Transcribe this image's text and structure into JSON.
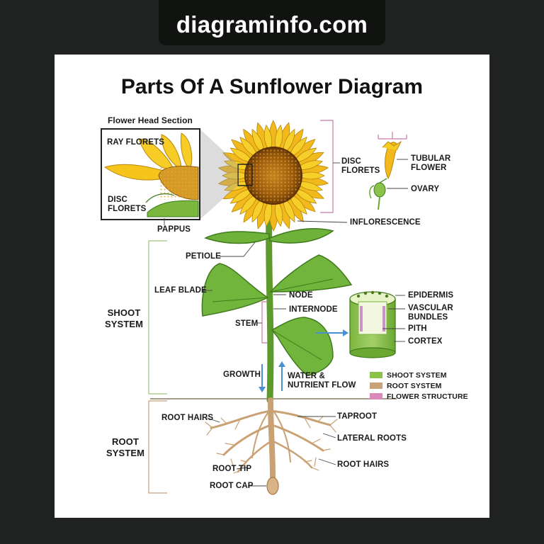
{
  "site": "diagraminfo.com",
  "title": "Parts Of A Sunflower Diagram",
  "inset": {
    "heading": "Flower Head Section",
    "ray_florets": "RAY FLORETS",
    "disc_florets": "DISC\nFLORETS",
    "pappus": "PAPPUS"
  },
  "labels": {
    "disc_florets": "DISC\nFLORETS",
    "tubular_flower": "TUBULAR\nFLOWER",
    "ovary": "OVARY",
    "inflorescence": "INFLORESCENCE",
    "petiole": "PETIOLE",
    "leaf_blade": "LEAF BLADE",
    "node": "NODE",
    "internode": "INTERNODE",
    "stem": "STEM",
    "epidermis": "EPIDERMIS",
    "vascular_bundles": "VASCULAR\nBUNDLES",
    "pith": "PITH",
    "cortex": "CORTEX",
    "growth": "GROWTH",
    "water_flow": "WATER &\nNUTRIENT FLOW",
    "shoot_system": "SHOOT\nSYSTEM",
    "root_system": "ROOT\nSYSTEM",
    "root_hairs_left": "ROOT HAIRS",
    "taproot": "TAPROOT",
    "lateral_roots": "LATERAL ROOTS",
    "root_hairs_right": "ROOT HAIRS",
    "root_tip": "ROOT TIP",
    "root_cap": "ROOT CAP"
  },
  "legend": [
    {
      "label": "SHOOT SYSTEM",
      "color": "#8bc34a"
    },
    {
      "label": "ROOT SYSTEM",
      "color": "#c8a37a"
    },
    {
      "label": "FLOWER STRUCTURE",
      "color": "#d98ab8"
    }
  ],
  "colors": {
    "stem": "#6aa832",
    "leaf": "#6fb23a",
    "petal": "#f5c51c",
    "disc": "#b5730f",
    "root": "#c9a173",
    "bracket": "#c9a173",
    "flower_bracket": "#c77aa8",
    "arrow": "#4a8fd0"
  }
}
